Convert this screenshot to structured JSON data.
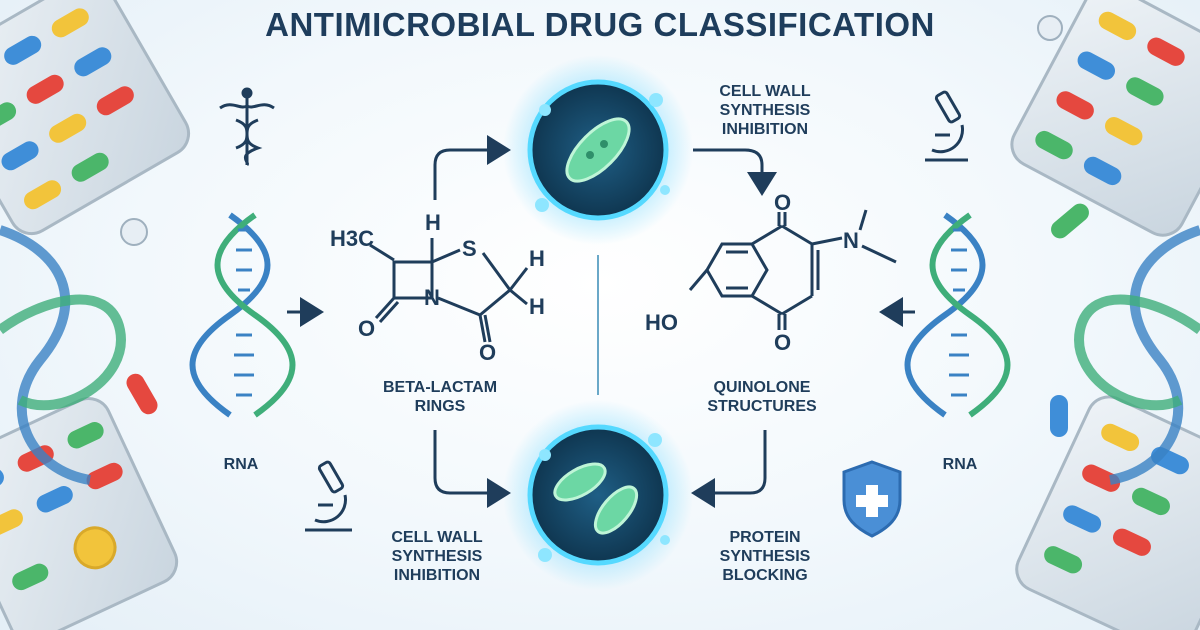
{
  "title": "ANTIMICROBIAL DRUG CLASSIFICATION",
  "labels": {
    "left_dna": "RNA",
    "right_dna": "RNA",
    "beta_lactam": [
      "BETA-LACTAM",
      "RINGS"
    ],
    "quinolone": [
      "QUINOLONE",
      "STRUCTURES"
    ],
    "top_right_mechanism": [
      "CELL WALL",
      "SYNTHESIS",
      "INHIBITION"
    ],
    "bottom_left_mechanism": [
      "CELL WALL",
      "SYNTHESIS",
      "INHIBITION"
    ],
    "bottom_right_mechanism": [
      "PROTEIN",
      "SYNTHESIS",
      "BLOCKING"
    ]
  },
  "beta_lactam_molecule": {
    "methyl": "H3C",
    "h_top": "H",
    "s_atom": "S",
    "n_atom": "N",
    "h_right_1": "H",
    "h_right_2": "H",
    "o_left": "O",
    "o_bottom": "O"
  },
  "quinolone_molecule": {
    "o_top": "O",
    "o_bottom": "O",
    "n_atom": "N",
    "ho": "HO"
  },
  "icons": [
    "caduceus-icon",
    "microscope-icon",
    "shield-cross-icon",
    "dna-helix-icon",
    "bacteria-icon",
    "pill-blister-icon"
  ],
  "colors": {
    "title": "#1e3d5c",
    "dna_blue": "#3a82c4",
    "dna_green": "#3fae7a",
    "bacteria_glow": "#4fd3ff",
    "bacteria_body": "#6cd7a4",
    "shield": "#4a8fd6"
  }
}
